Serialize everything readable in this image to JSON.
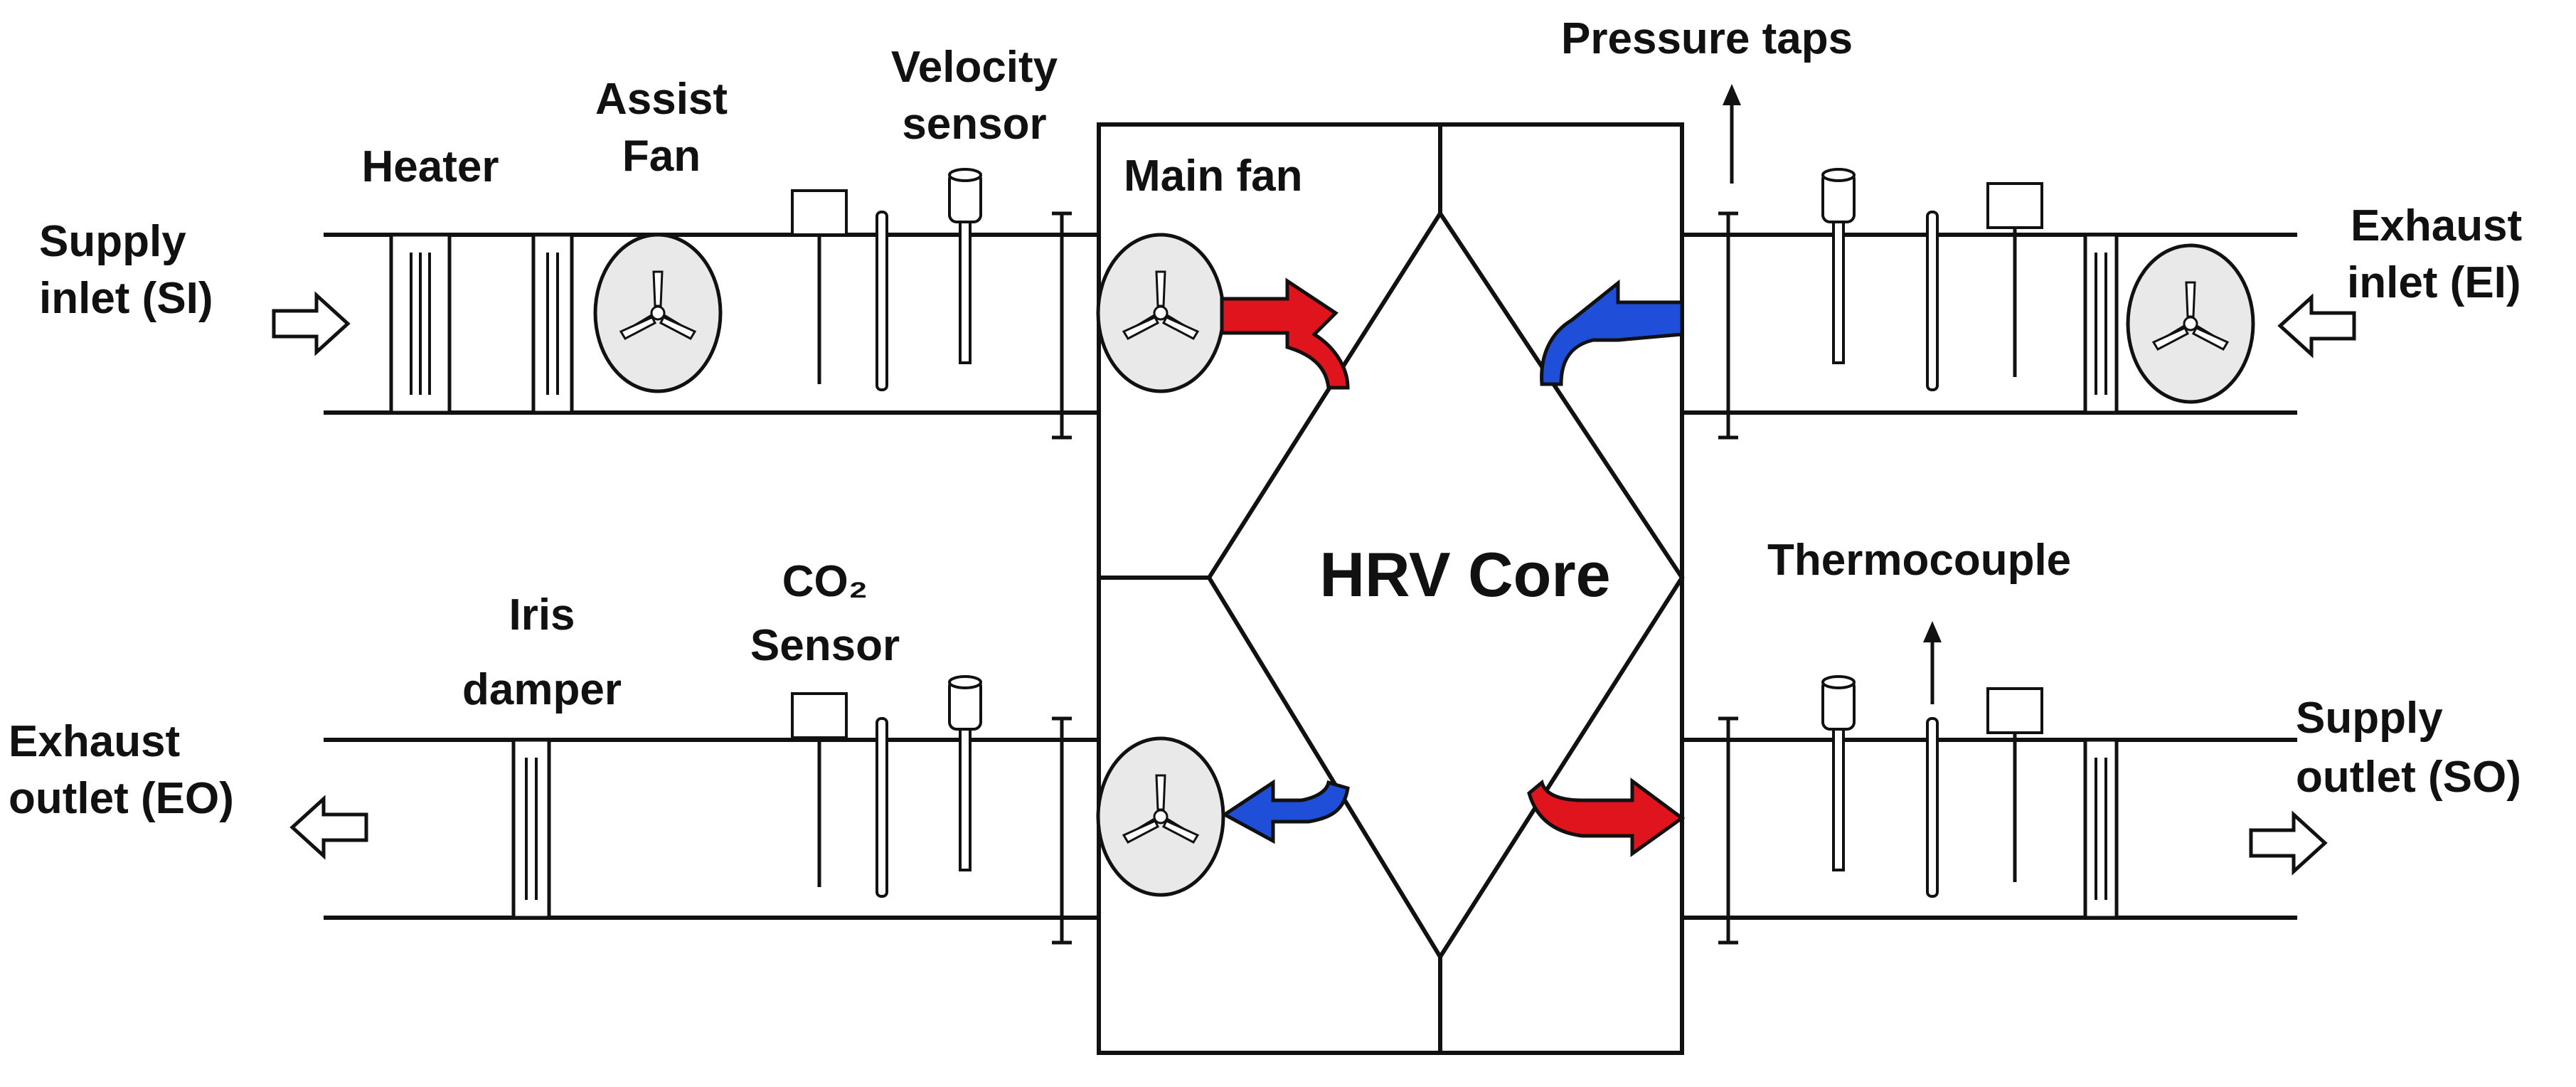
{
  "labels": {
    "supply_inlet": [
      "Supply",
      "inlet (SI)"
    ],
    "exhaust_inlet": [
      "Exhaust",
      "inlet (EI)"
    ],
    "exhaust_outlet": [
      "Exhaust",
      "outlet (EO)"
    ],
    "supply_outlet": [
      "Supply",
      "outlet (SO)"
    ],
    "heater": "Heater",
    "assist_fan": [
      "Assist",
      "Fan"
    ],
    "velocity_sensor": [
      "Velocity",
      "sensor"
    ],
    "main_fan": "Main fan",
    "pressure_taps": "Pressure taps",
    "hrv_core": "HRV Core",
    "thermocouple": "Thermocouple",
    "iris_damper": [
      "Iris",
      "damper"
    ],
    "co2_sensor": [
      "CO₂",
      "Sensor"
    ]
  },
  "colors": {
    "warm_flow": "#e0141c",
    "cool_flow": "#1f4fd8",
    "line": "#111111",
    "fan_fill": "#e9e9e9"
  },
  "icons": [
    "fan-icon",
    "flow-arrow-icon",
    "hollow-arrow-icon",
    "sensor-probe-icon"
  ]
}
